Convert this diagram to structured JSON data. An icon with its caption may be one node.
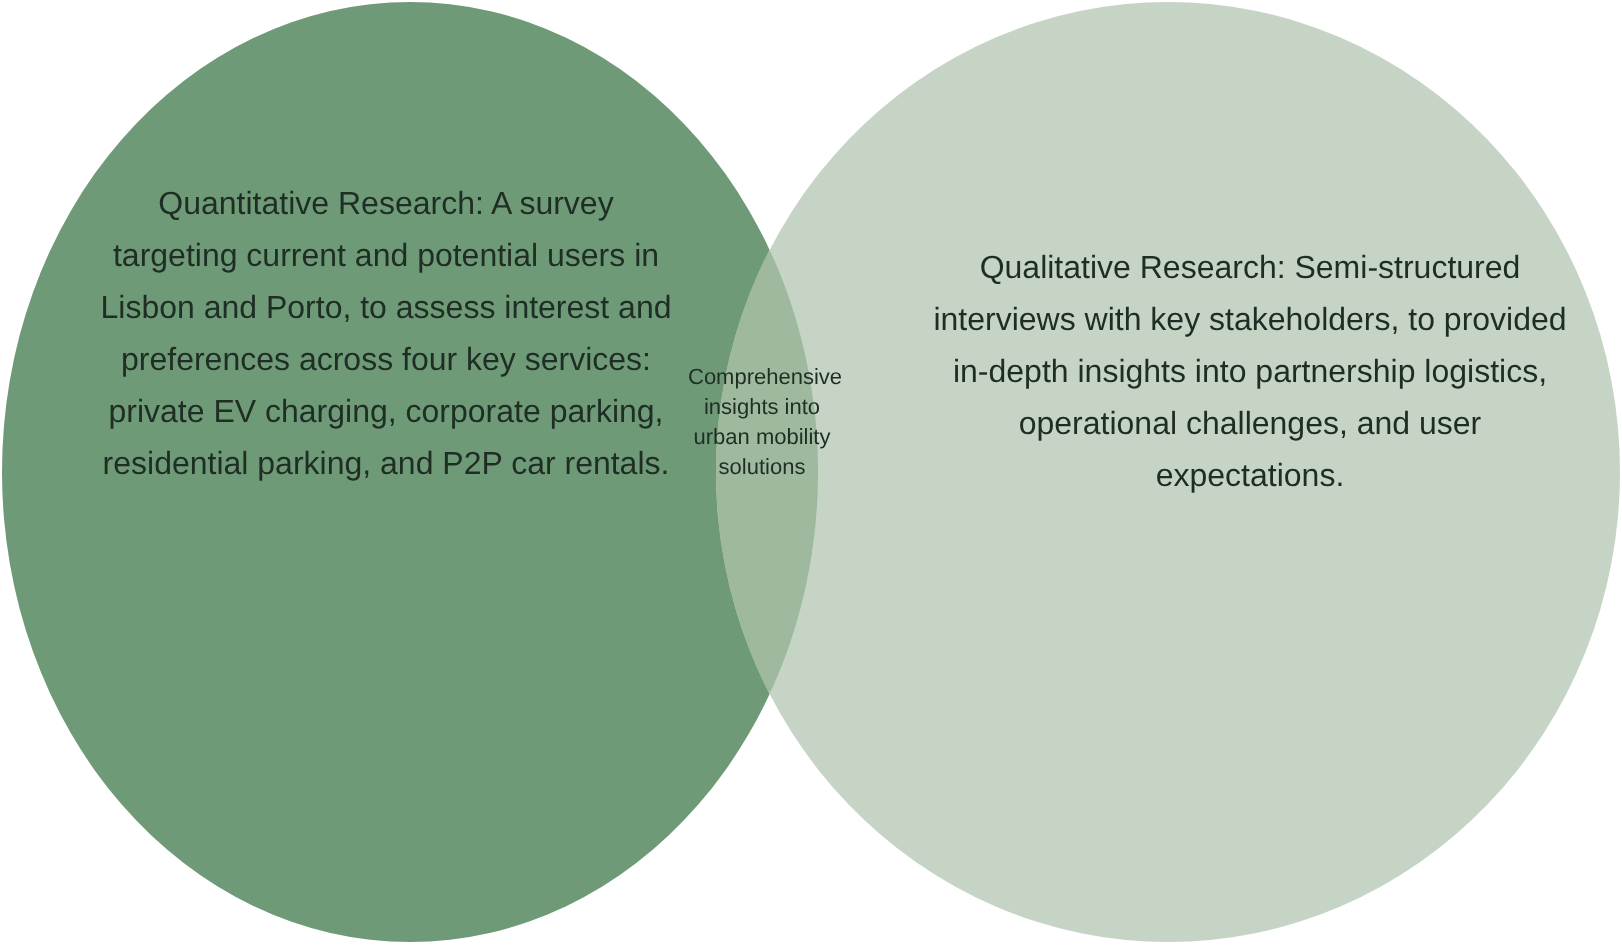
{
  "diagram": {
    "nodes": [
      {
        "text": [
          "Quantitative Research: A survey targeting current and potential users in Lisbon and Porto, to assess interest and preferences across four key services: private EV charging, corporate parking, residential parking, and P2P car rentals."
        ]
      },
      {
        "text": [
          "Qualitative Research: Semi-structured interviews with key stakeholders, to provided in-depth insights into partnership logistics, operational challenges, and user expectations."
        ]
      },
      {
        "text": [
          "Comprehensive insights into urban mobility solutions"
        ]
      }
    ]
  }
}
